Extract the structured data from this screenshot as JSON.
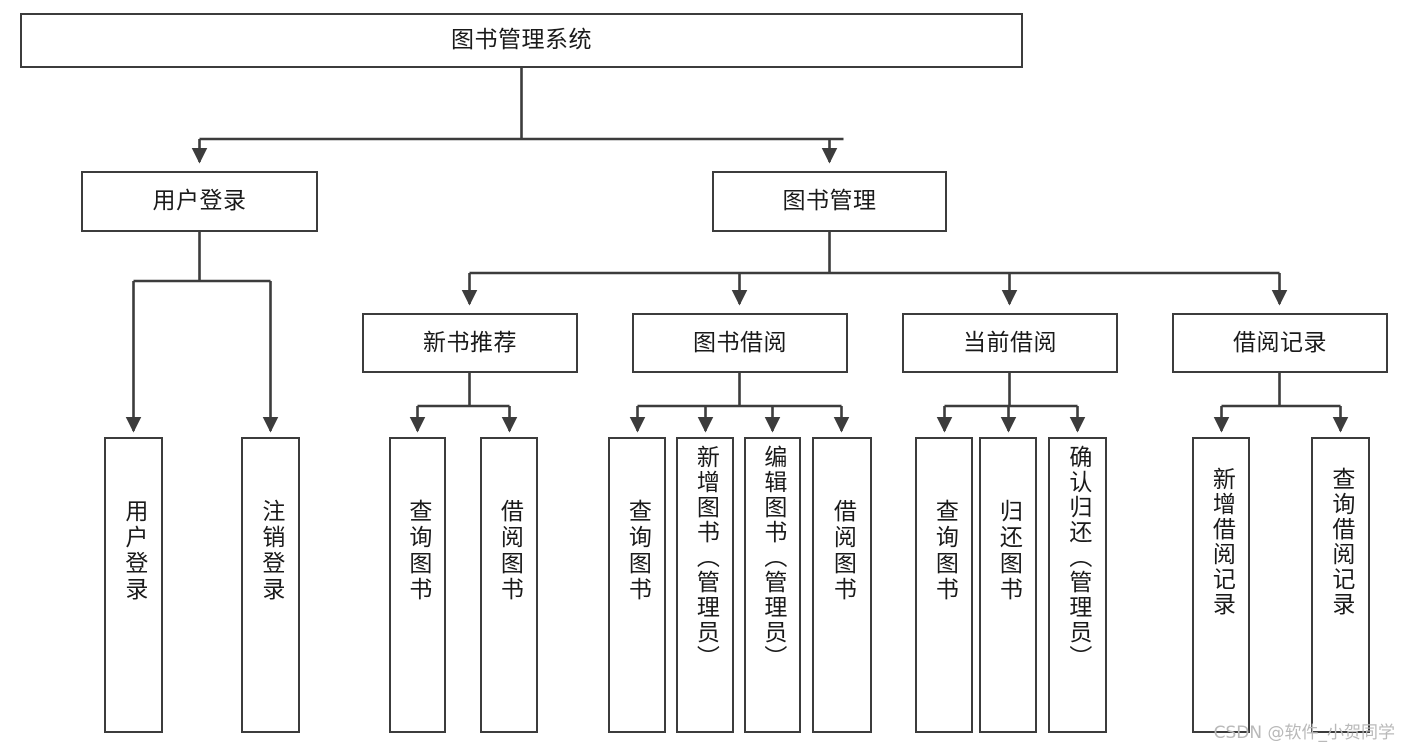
{
  "diagram": {
    "type": "tree-hierarchy-chart",
    "title": "图书管理系统",
    "stroke_color": "#3c3c3c",
    "background_color": "#ffffff",
    "text_color": "#1a1a1a",
    "watermark": "CSDN @软件_小贺同学",
    "nodes": {
      "root": {
        "label": "图书管理系统"
      },
      "level2": [
        {
          "label": "用户登录"
        },
        {
          "label": "图书管理"
        }
      ],
      "level3": [
        {
          "label": "新书推荐"
        },
        {
          "label": "图书借阅"
        },
        {
          "label": "当前借阅"
        },
        {
          "label": "借阅记录"
        }
      ],
      "leaves": {
        "user_login": [
          {
            "label": "用户登录"
          },
          {
            "label": "注销登录"
          }
        ],
        "new_book_recommend": [
          {
            "label": "查询图书"
          },
          {
            "label": "借阅图书"
          }
        ],
        "book_borrow": [
          {
            "label": "查询图书"
          },
          {
            "label": "新增图书（管理员）"
          },
          {
            "label": "编辑图书（管理员）"
          },
          {
            "label": "借阅图书"
          }
        ],
        "current_borrow": [
          {
            "label": "查询图书"
          },
          {
            "label": "归还图书"
          },
          {
            "label": "确认归还（管理员）"
          }
        ],
        "borrow_record": [
          {
            "label": "新增借阅记录"
          },
          {
            "label": "查询借阅记录"
          }
        ]
      }
    }
  }
}
